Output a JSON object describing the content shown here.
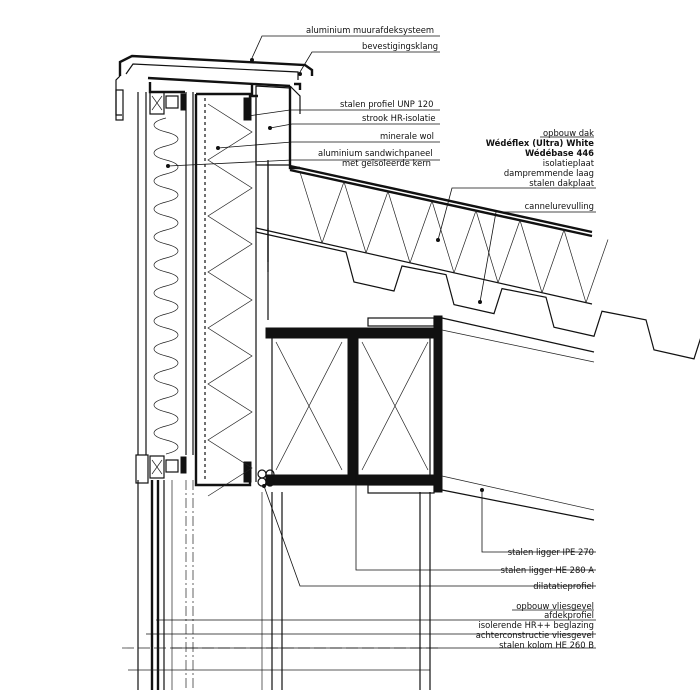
{
  "labels": {
    "muurafdek": "aluminium muurafdeksysteem",
    "klang": "bevestigingsklang",
    "unp": "stalen profiel UNP 120",
    "hr_strook": "strook HR-isolatie",
    "minerale_wol": "minerale wol",
    "sandwich_1": "aluminium sandwichpaneel",
    "sandwich_2": "met geïsoleerde kern",
    "ipe": "stalen ligger IPE 270",
    "he280": "stalen ligger HE 280 A",
    "dilatatie": "dilatatieprofiel"
  },
  "dak": {
    "title": "opbouw dak",
    "line1": "Wédéflex (Ultra) White",
    "line2": "Wédébase 446",
    "line3": "isolatieplaat",
    "line4": "dampremmende laag",
    "line5": "stalen dakplaat"
  },
  "cannelure": "cannelurevulling",
  "gevel": {
    "title": "opbouw vliesgevel",
    "line1": "afdekprofiel",
    "line2": "isolerende HR++ beglazing",
    "line3": "achterconstructie vliesgevel",
    "line4": "stalen kolom HE 260 B"
  },
  "colors": {
    "line": "#111111",
    "fill_grey": "#d9d9d9",
    "background": "#ffffff"
  }
}
